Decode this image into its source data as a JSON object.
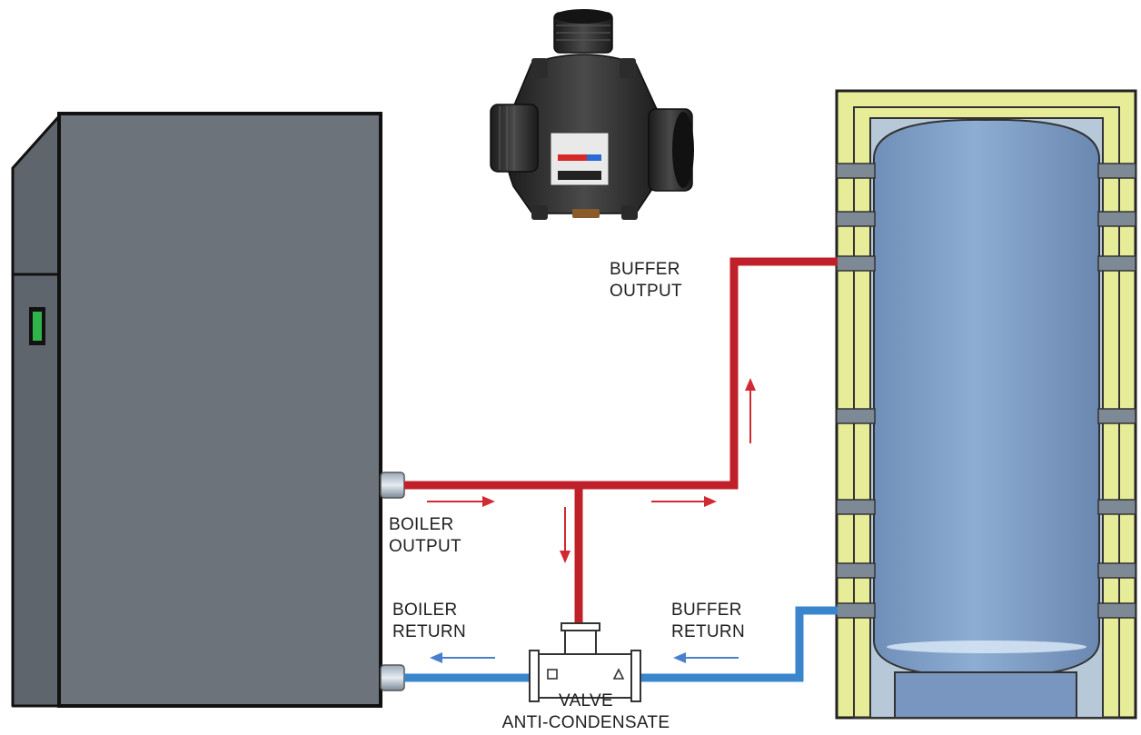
{
  "labels": {
    "buffer_output": [
      "BUFFER",
      "OUTPUT"
    ],
    "boiler_output": [
      "BOILER",
      "OUTPUT"
    ],
    "boiler_return": [
      "BOILER",
      "RETURN"
    ],
    "buffer_return": [
      "BUFFER",
      "RETURN"
    ],
    "valve": [
      "VALVE",
      "ANTI-CONDENSATE"
    ]
  },
  "colors": {
    "hot_pipe": "#c0202a",
    "cold_pipe": "#3a86cc",
    "boiler_body": "#6d737a",
    "boiler_outline": "#111111",
    "indicator": "#2fb34a",
    "tank_insulation": "#e6ec98",
    "tank_body": "#7e9fc6",
    "flow_arrow_hot": "#d22a32",
    "flow_arrow_cold": "#4a7fcf",
    "valve_photo": "#2a2a2a"
  },
  "icons": {
    "valve_symbol": "tee-valve-icon",
    "valve_photo": "three-way-valve-icon"
  }
}
